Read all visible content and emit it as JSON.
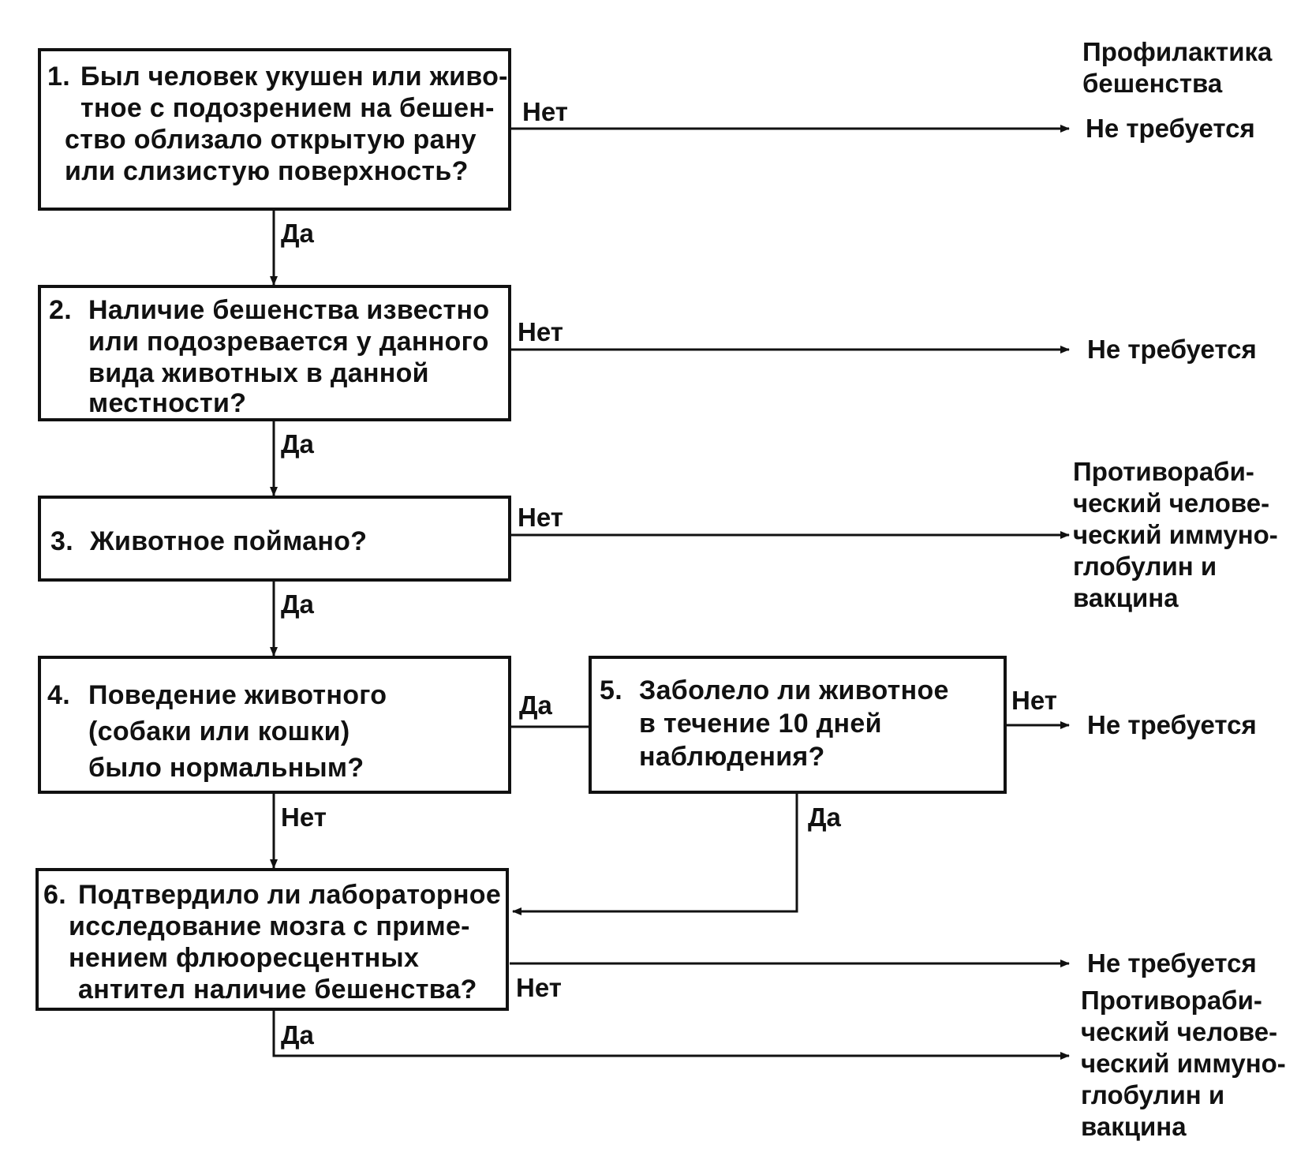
{
  "header": {
    "line1": "Профилактика",
    "line2": "бешенства"
  },
  "questions": [
    {
      "number": "1.",
      "lines": [
        "Был человек укушен или живо-",
        "тное с подозрением на бешен-",
        "ство облизало открытую рану",
        "или слизистую поверхность?"
      ]
    },
    {
      "number": "2.",
      "lines": [
        "Наличие бешенства известно",
        "или подозревается у данного",
        "вида животных в данной",
        "местности?"
      ]
    },
    {
      "number": "3.",
      "lines": [
        "Животное поймано?"
      ]
    },
    {
      "number": "4.",
      "lines": [
        "Поведение животного",
        "(собаки или кошки)",
        "было нормальным?"
      ]
    },
    {
      "number": "5.",
      "lines": [
        "Заболело ли животное",
        "в течение 10 дней",
        "наблюдения?"
      ]
    },
    {
      "number": "6.",
      "lines": [
        "Подтвердило ли лабораторное",
        "исследование мозга с приме-",
        "нением флюоресцентных",
        "антител наличие бешенства?"
      ]
    }
  ],
  "branch_labels": {
    "yes": "Да",
    "no": "Нет"
  },
  "outcomes": {
    "not_required": "Не требуется",
    "treatment_1": [
      "Противораби-",
      "ческий челове-",
      "ческий иммуно-",
      "глобулин и",
      "вакцина"
    ],
    "treatment_2": [
      "Противораби-",
      "ческий челове-",
      "ческий иммуно-",
      "глобулин и",
      "вакцина"
    ]
  }
}
